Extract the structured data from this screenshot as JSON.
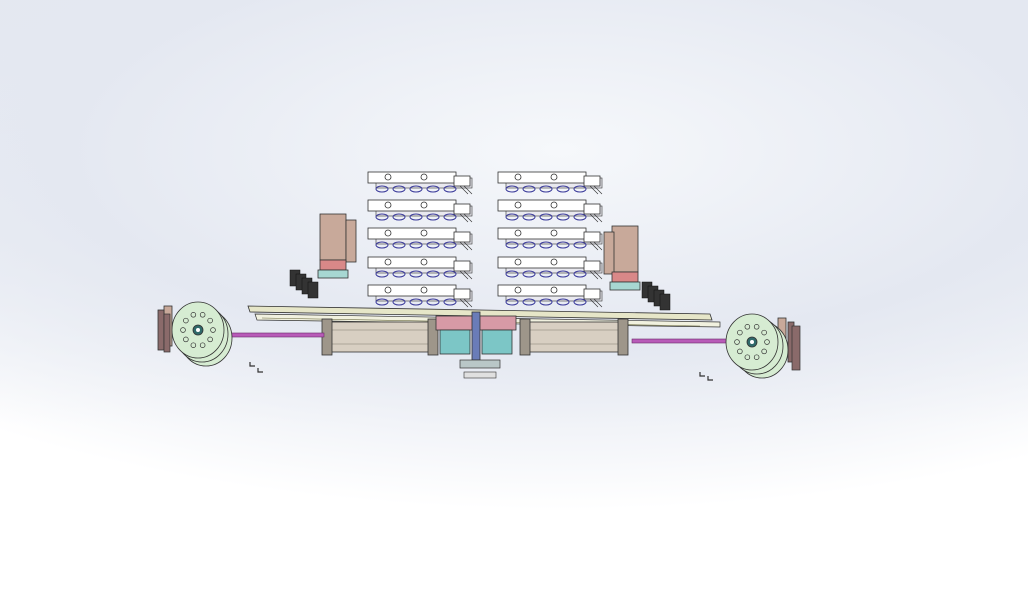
{
  "viewport": {
    "background_top": "#e3e7f0",
    "background_bottom": "#ffffff"
  },
  "model": {
    "colors": {
      "frame": "#9a9a95",
      "rail": "#e6e6c8",
      "cylinder": "#d8cfc2",
      "cylinder_dark": "#9e968a",
      "wheel": "#d6ecd2",
      "wheel_hub": "#2f6a6a",
      "rod": "#b85bb8",
      "block": "#c8a99a",
      "block_red": "#d98888",
      "block_teal": "#a7d7d2",
      "gripper_white": "#ffffff",
      "gripper_blue": "#3a3a9a",
      "dark": "#333333",
      "center_pink": "#d79aa6",
      "center_teal": "#7cc6c6"
    },
    "gripper_rows": 5,
    "gripper_columns": 2,
    "wheel_count": 2,
    "cylinder_count": 2
  }
}
